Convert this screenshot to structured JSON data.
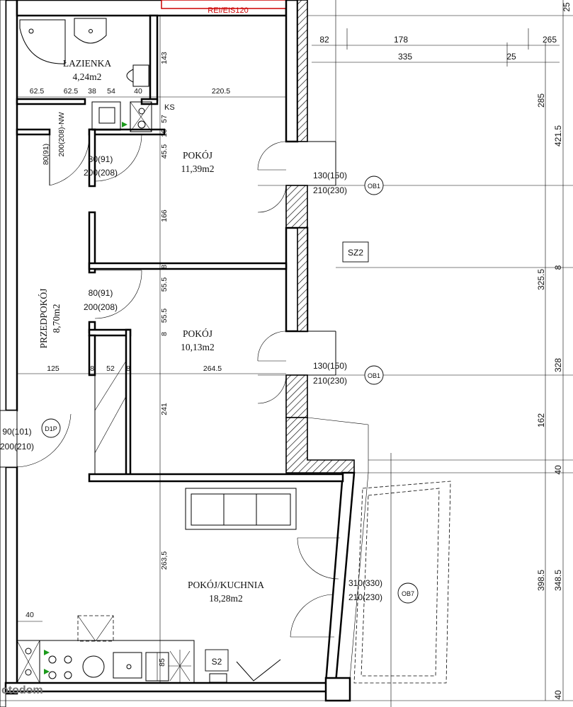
{
  "rooms": {
    "lazienka": {
      "name": "ŁAZIENKA",
      "area": "4,24m2"
    },
    "pokoj1": {
      "name": "POKÓJ",
      "area": "11,39m2"
    },
    "pokoj2": {
      "name": "POKÓJ",
      "area": "10,13m2"
    },
    "przedpokoj": {
      "name": "PRZEDPOKÓJ",
      "area": "8,70m2"
    },
    "kuchnia": {
      "name": "POKÓJ/KUCHNIA",
      "area": "18,28m2"
    }
  },
  "top_label": "REI/EIS120",
  "ks_label": "KS",
  "tags": {
    "ob1a": "OB1",
    "ob1b": "OB1",
    "sz2": "SZ2",
    "d1p": "D1P",
    "ob7": "OB7",
    "s2": "S2"
  },
  "doors": {
    "nw1": "80(91)",
    "nw2": "200(208)-NW",
    "bath1": "80(91)",
    "bath2": "200(208)",
    "room1": "80(91)",
    "room2": "200(208)",
    "d1p1": "90(101)",
    "d1p2": "200(210)",
    "win1a": "130(150)",
    "win1b": "210(230)",
    "win2a": "130(150)",
    "win2b": "210(230)",
    "balc1": "310(330)",
    "balc2": "210(230)"
  },
  "dims": {
    "h62a": "62.5",
    "h62b": "62.5",
    "h38": "38",
    "h54": "54",
    "h40a": "40",
    "h220": "220.5",
    "v143": "143",
    "v57": "57",
    "v10": "10",
    "v45": "45.5",
    "v166": "166",
    "v8a": "8",
    "v55a": "55.5",
    "v55b": "55.5",
    "v8b": "8",
    "v241": "241",
    "v263": "263,5",
    "h125": "125",
    "h8a": "8",
    "h52": "52",
    "h8b": "8",
    "h264": "264.5",
    "h40b": "40",
    "v85": "85",
    "t82": "82",
    "t178": "178",
    "t265": "265",
    "t335": "335",
    "t25a": "25",
    "t25v": "25",
    "r285": "285",
    "r421": "421.5",
    "r325": "325.5",
    "r8": "8",
    "r328": "328",
    "r162": "162",
    "r40a": "40",
    "r398": "398.5",
    "r348": "348.5",
    "r40b": "40"
  },
  "watermark": "otodom"
}
